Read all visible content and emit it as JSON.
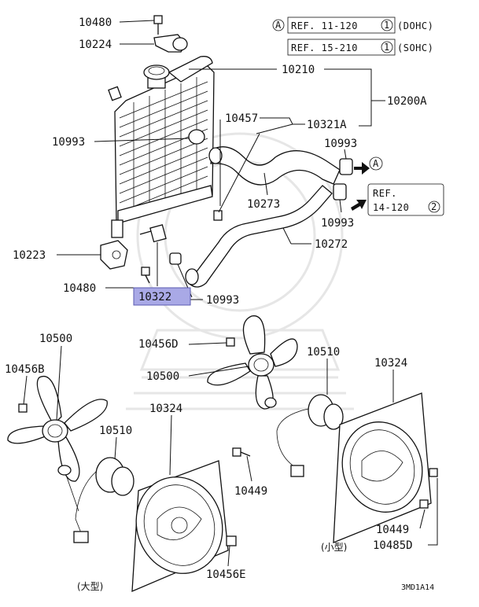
{
  "callouts": {
    "c10480a": "10480",
    "c10224": "10224",
    "c10210": "10210",
    "c10200a": "10200A",
    "c10993a": "10993",
    "c10457": "10457",
    "c10321a": "10321A",
    "c10993b": "10993",
    "c10273": "10273",
    "c10993c": "10993",
    "c10272": "10272",
    "c10223": "10223",
    "c10480b": "10480",
    "c10322": "10322",
    "c10993d": "10993",
    "c10500a": "10500",
    "c10456b": "10456B",
    "c10510a": "10510",
    "c10324a": "10324",
    "c10456d": "10456D",
    "c10500b": "10500",
    "c10510b": "10510",
    "c10324b": "10324",
    "c10449a": "10449",
    "c10456e": "10456E",
    "c10449b": "10449",
    "c10485d": "10485D"
  },
  "refs": {
    "ref1_marker": "A",
    "ref1_text": "REF. 11-120",
    "ref1_num": "1",
    "ref1_engine": "(DOHC)",
    "ref2_text": "REF. 15-210",
    "ref2_num": "1",
    "ref2_engine": "(SOHC)",
    "ref3_line1": "REF.",
    "ref3_line2": "14-120",
    "ref3_num": "2",
    "arrow_marker": "A"
  },
  "notes": {
    "large_type": "(大型)",
    "small_type": "(小型)",
    "diagram_code": "3MD1A14"
  },
  "highlight_color": "#a9a9e6"
}
